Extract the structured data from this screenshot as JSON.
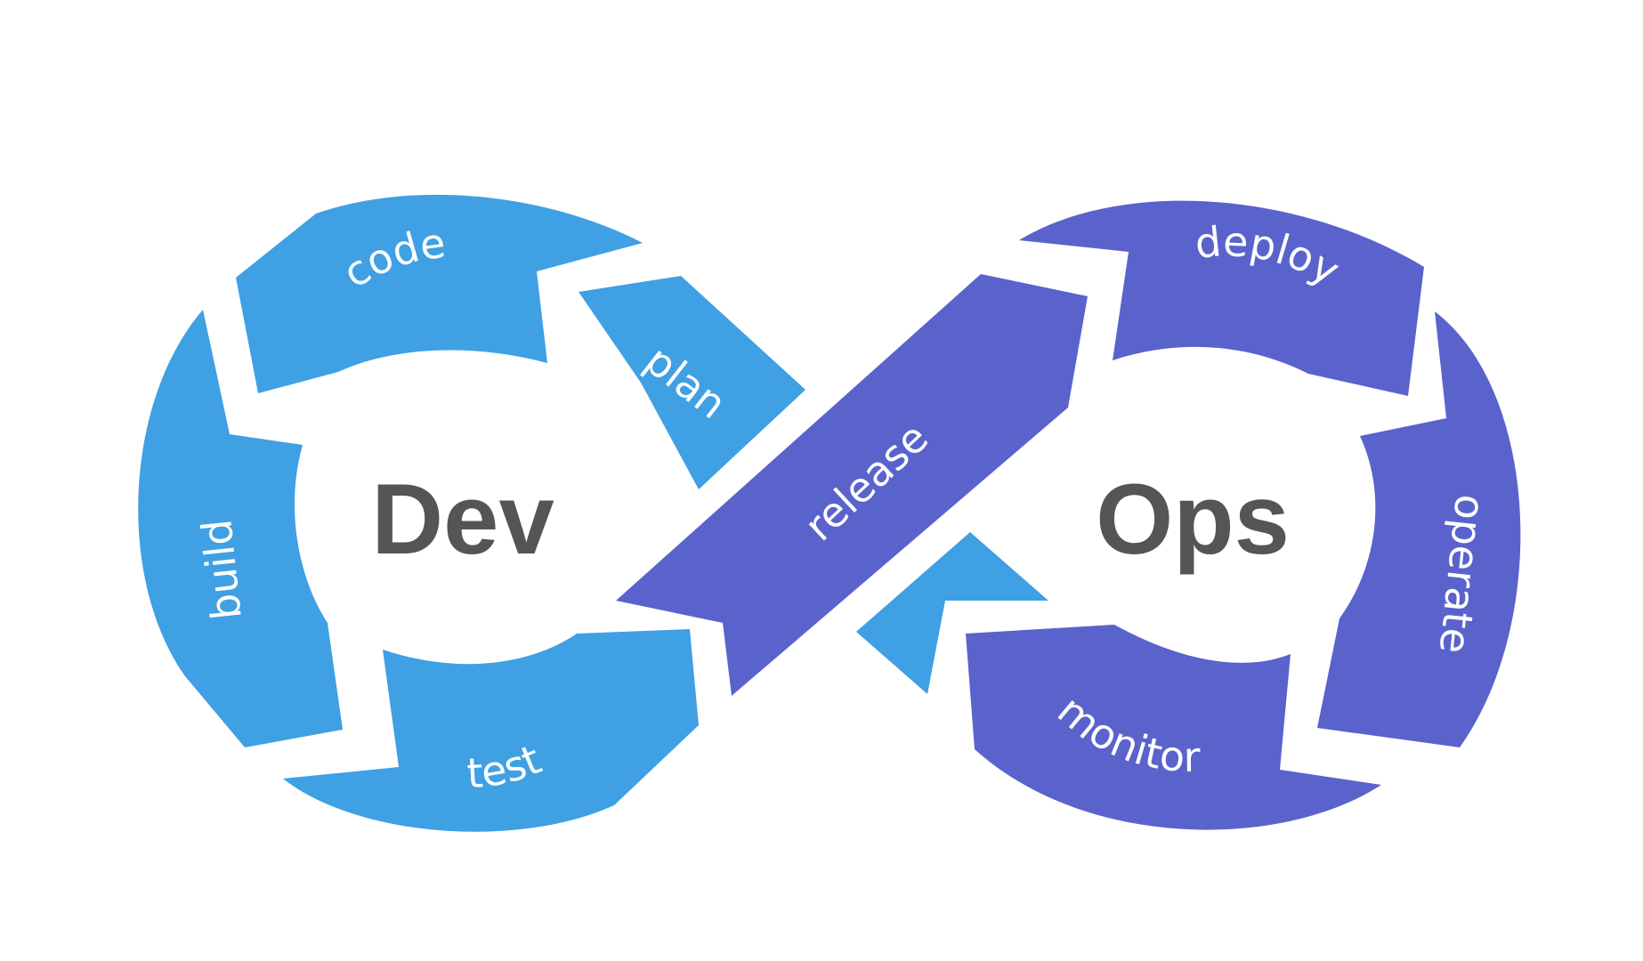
{
  "colors": {
    "dev": "#3fa0e3",
    "ops": "#5a63cc",
    "center_text": "#555555",
    "label": "#ffffff",
    "background": "#ffffff"
  },
  "center": {
    "dev": "Dev",
    "ops": "Ops"
  },
  "stages": {
    "code": "code",
    "plan": "plan",
    "build": "build",
    "test": "test",
    "release": "release",
    "deploy": "deploy",
    "operate": "operate",
    "monitor": "monitor"
  }
}
